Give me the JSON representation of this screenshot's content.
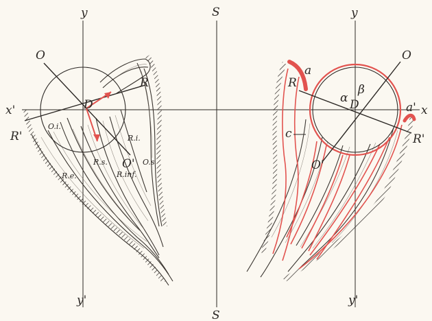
{
  "figure": {
    "left_eye": {
      "labels": {
        "y_top": "y",
        "y_bottom": "y'",
        "x_left": "x'",
        "O": "O",
        "D": "D",
        "R": "R",
        "R_prime": "R'",
        "O_prime": "O'",
        "Oi": "O.i.",
        "Ri": "R.i.",
        "Rs": "R.s.",
        "Re": "R.e.",
        "Rinf": "R.inf.",
        "Os": "O.s"
      }
    },
    "center": {
      "S_top": "S",
      "S_bottom": "S"
    },
    "right_eye": {
      "labels": {
        "y_top": "y",
        "y_bottom": "y'",
        "x_right": "x",
        "O": "O",
        "D": "D",
        "R": "R",
        "R_prime": "R'",
        "O_prime": "O'",
        "a": "a",
        "a_prime": "a'",
        "alpha": "α",
        "beta": "β",
        "c": "c"
      }
    },
    "colors": {
      "ink": "#2b2724",
      "red": "#e2534f",
      "paper": "#fbf8f1"
    }
  }
}
